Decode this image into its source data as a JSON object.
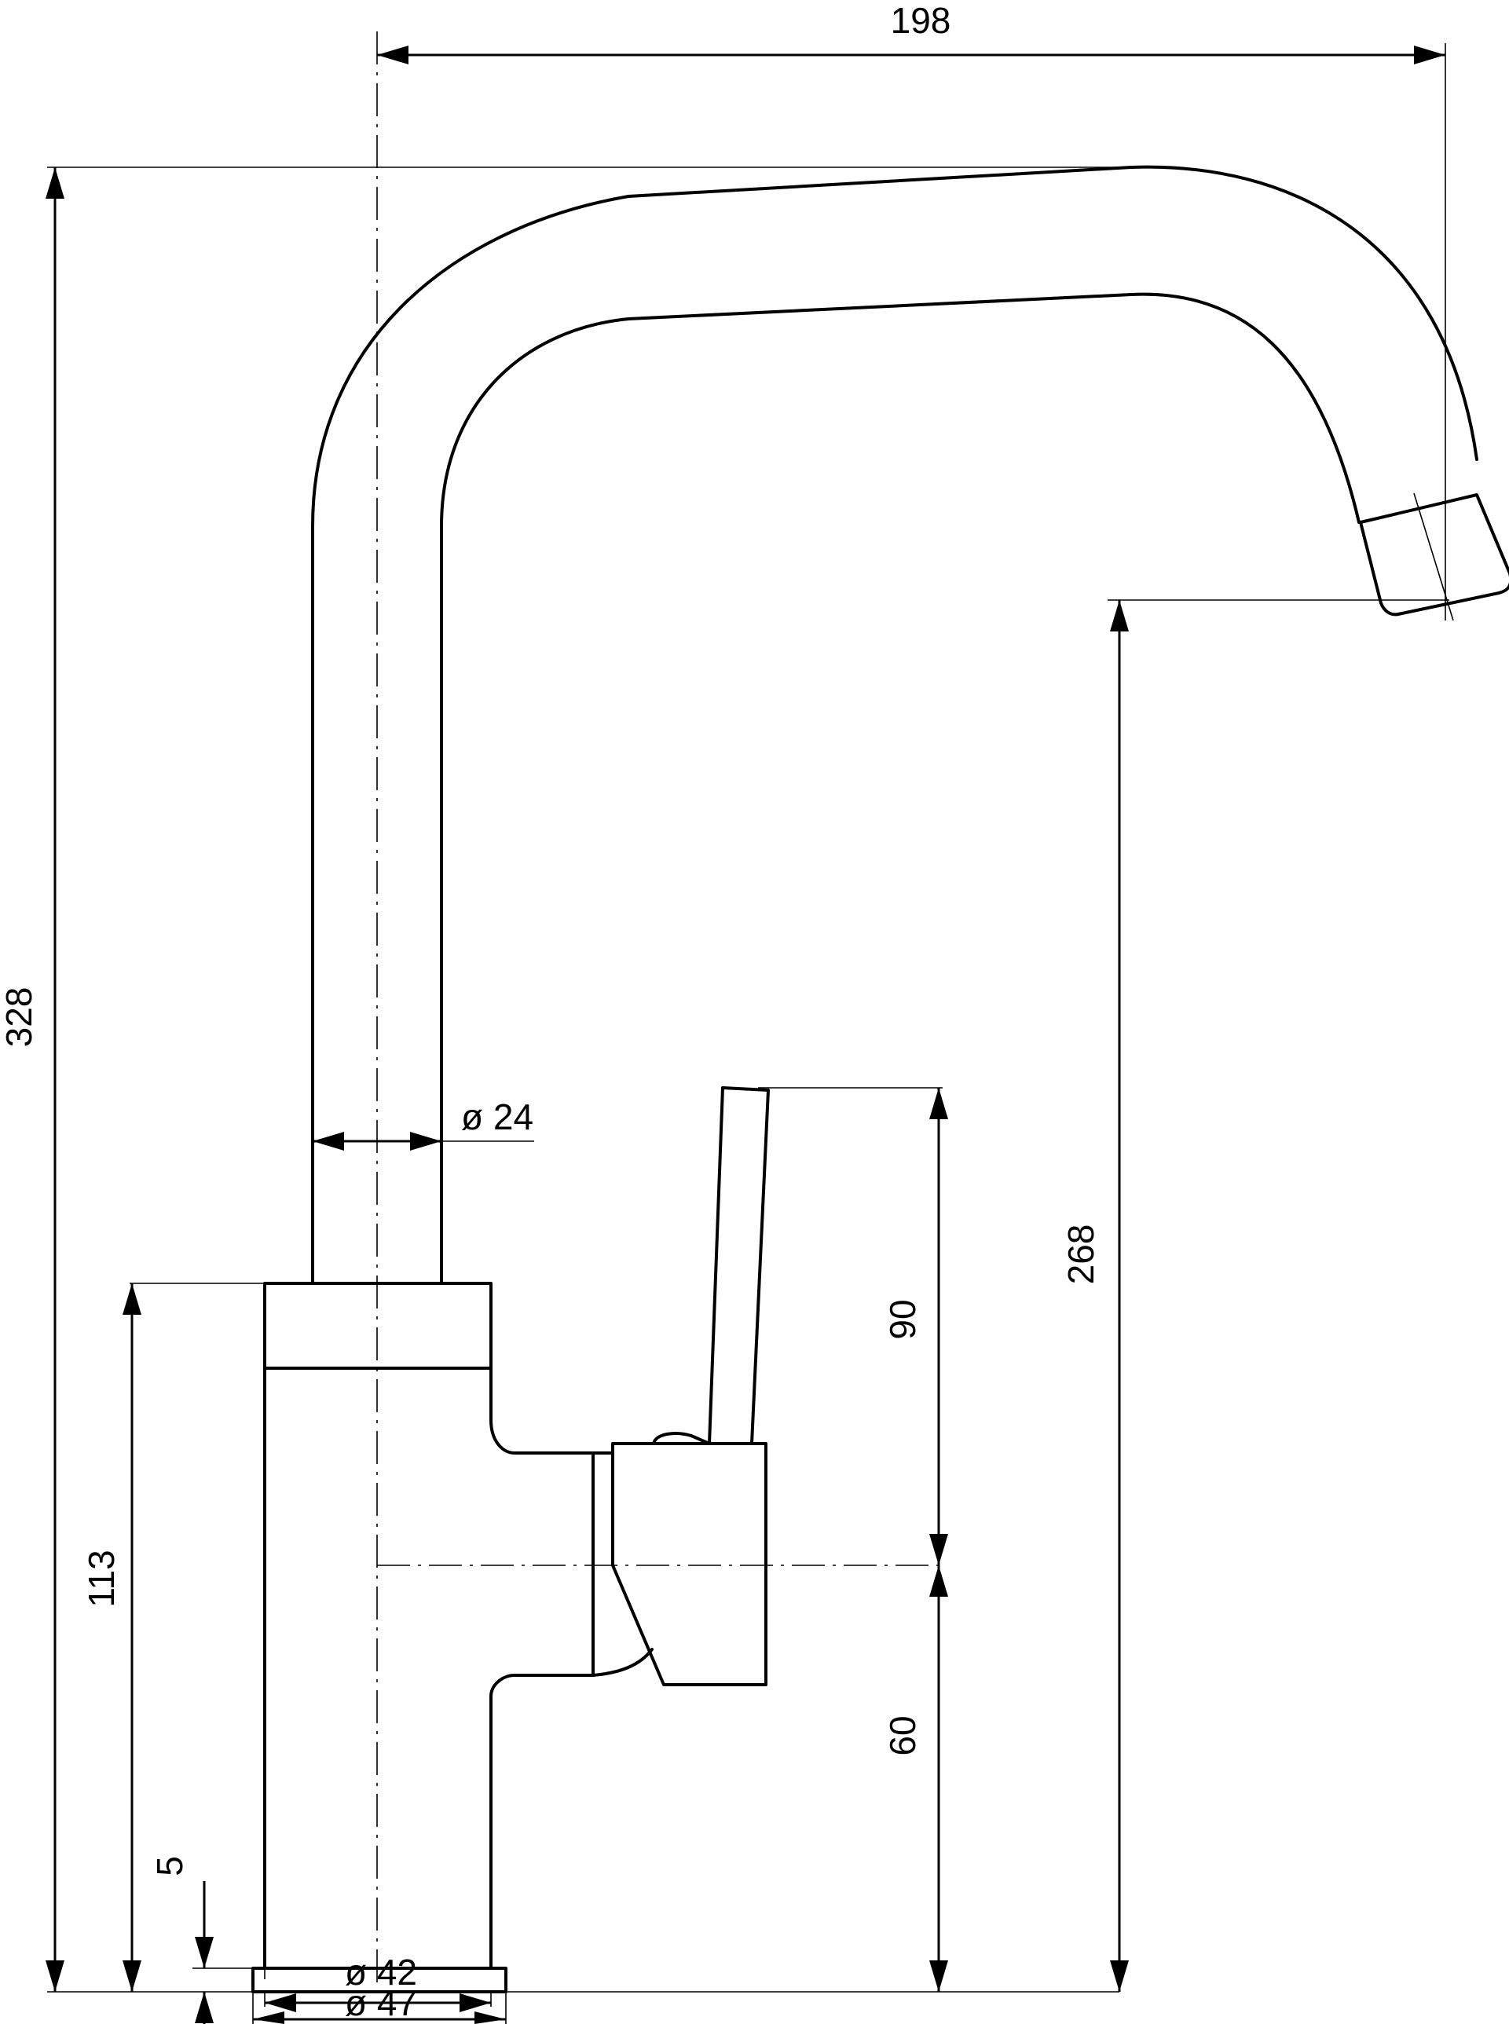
{
  "drawing": {
    "dimensions": {
      "spout_reach": "198",
      "total_height": "328",
      "spout_outlet_height": "268",
      "spout_tube_diameter": "ø 24",
      "lever_height": "90",
      "body_height": "113",
      "body_center_height": "60",
      "base_plate_thickness": "5",
      "body_diameter": "ø 42",
      "base_diameter": "ø 47"
    }
  }
}
